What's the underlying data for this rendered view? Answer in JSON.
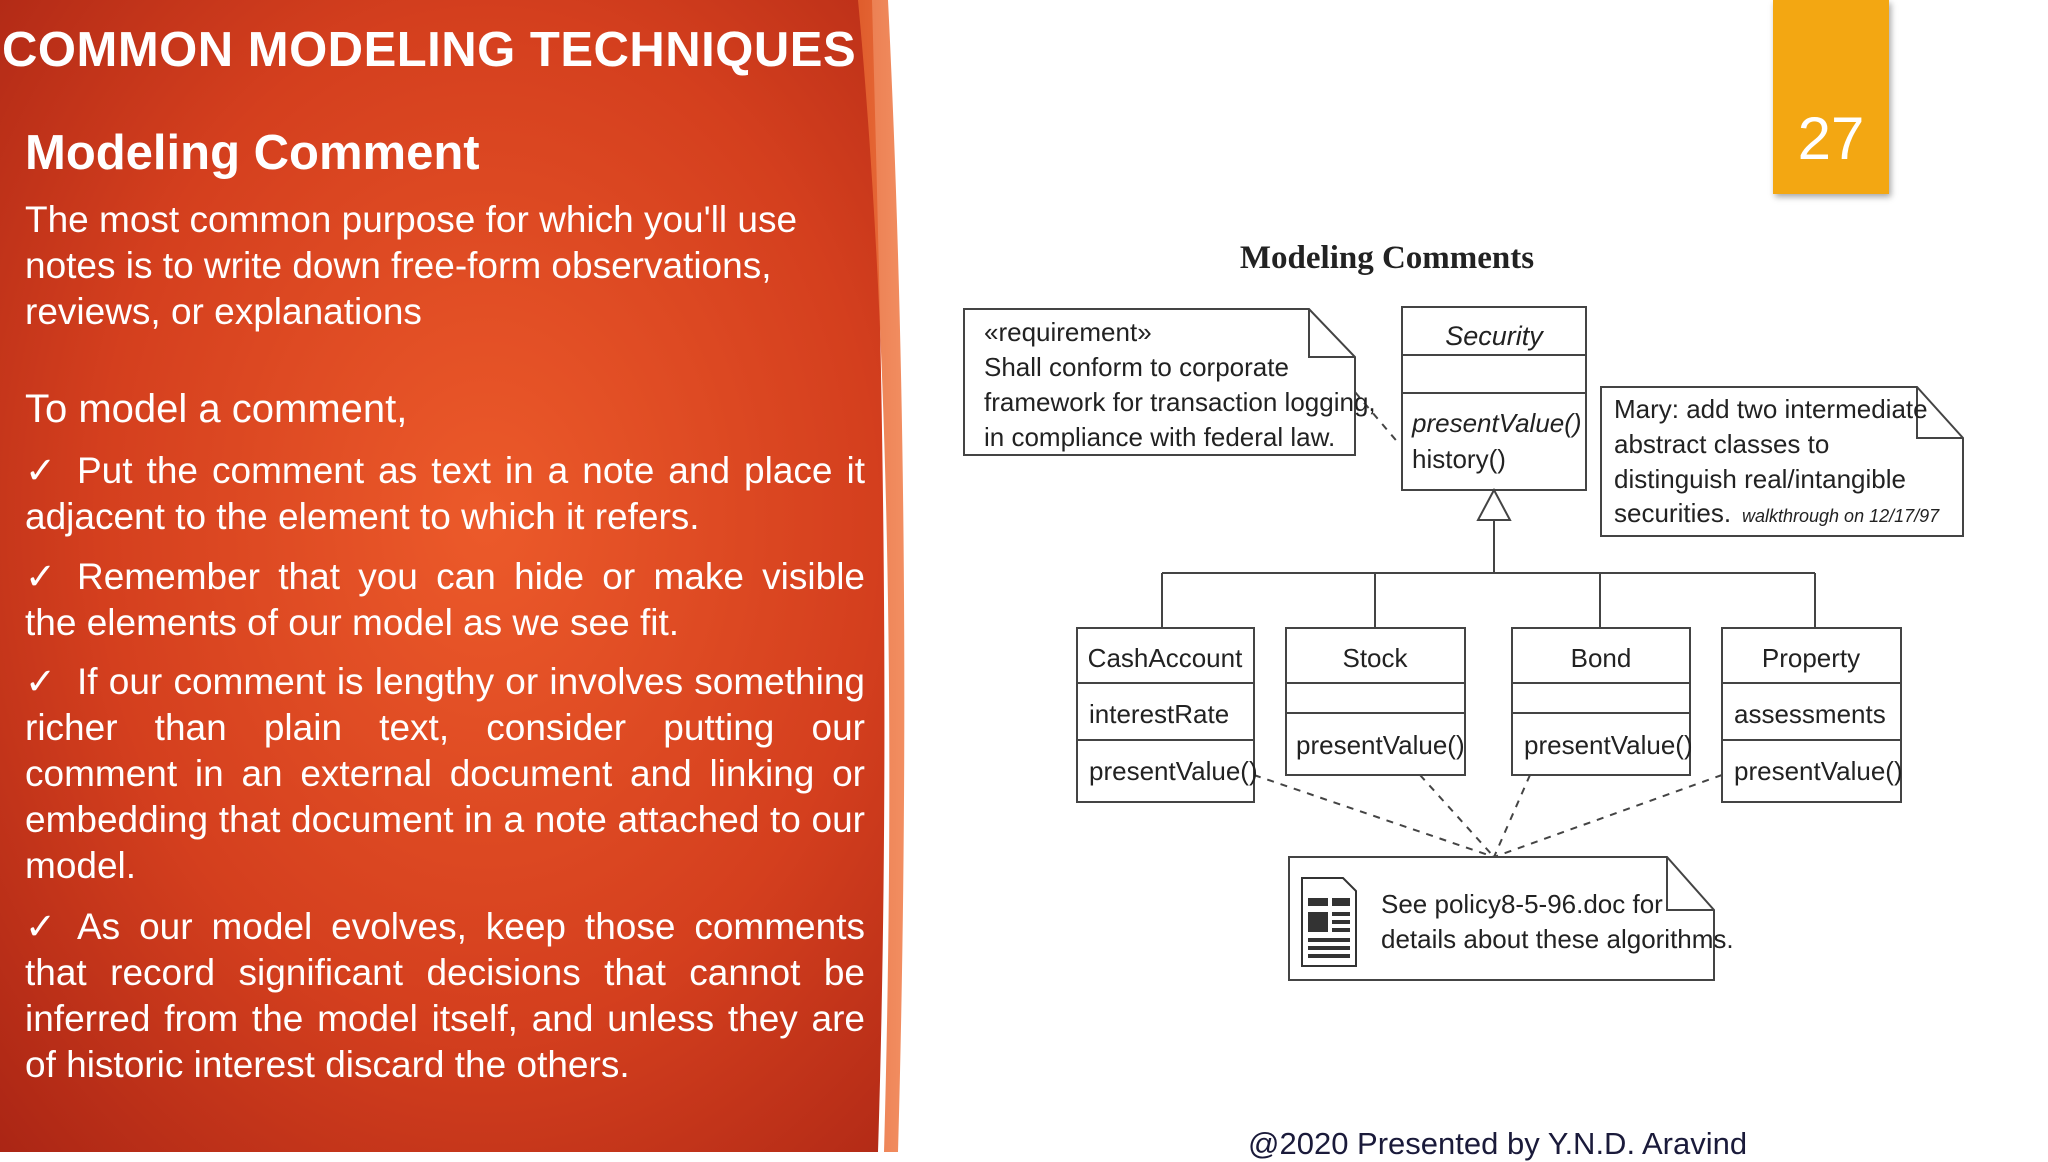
{
  "slide": {
    "title": "COMMON MODELING TECHNIQUES",
    "page_number": "27",
    "footer": "@2020 Presented by Y.N.D. Aravind"
  },
  "colors": {
    "background_red": "#C8331A",
    "background_orange": "#E8552A",
    "badge": "#F3A712",
    "text_light": "#FFFFFF"
  },
  "content": {
    "heading": "Modeling Comment",
    "intro": "The most common purpose for which you'll use notes is to write down free-form observations, reviews, or explanations",
    "subheading": "To model a comment,",
    "check_mark": "✓",
    "bullets": [
      "Put the comment as text in a note and place it adjacent to the element to which it refers.",
      "Remember that you can hide or make visible the elements of our model as we see fit.",
      "If our comment is lengthy or involves something richer than plain text, consider putting our comment in an external document and linking or embedding that document in a note attached to our model.",
      "As our model evolves, keep those comments that record significant decisions that cannot be inferred from the model itself, and unless they are of historic interest  discard the others."
    ]
  },
  "diagram": {
    "title": "Modeling Comments",
    "notes": {
      "requirement": [
        "«requirement»",
        "Shall conform to corporate",
        "framework for transaction logging,",
        "in compliance with federal law."
      ],
      "mary": [
        "Mary: add two intermediate",
        "abstract classes to",
        "distinguish real/intangible",
        "securities."
      ],
      "mary_small": "walkthrough on 12/17/97",
      "policy": [
        "See policy8-5-96.doc for",
        "details about these algorithms."
      ]
    },
    "classes": {
      "security": {
        "name": "Security",
        "operations": [
          "presentValue()",
          "history()"
        ]
      },
      "cash_account": {
        "name": "CashAccount",
        "attribute": "interestRate",
        "operation": "presentValue()"
      },
      "stock": {
        "name": "Stock",
        "operation": "presentValue()"
      },
      "bond": {
        "name": "Bond",
        "operation": "presentValue()"
      },
      "property": {
        "name": "Property",
        "attribute": "assessments",
        "operation": "presentValue()"
      }
    },
    "relations": [
      "generalization",
      "note-anchor"
    ]
  }
}
